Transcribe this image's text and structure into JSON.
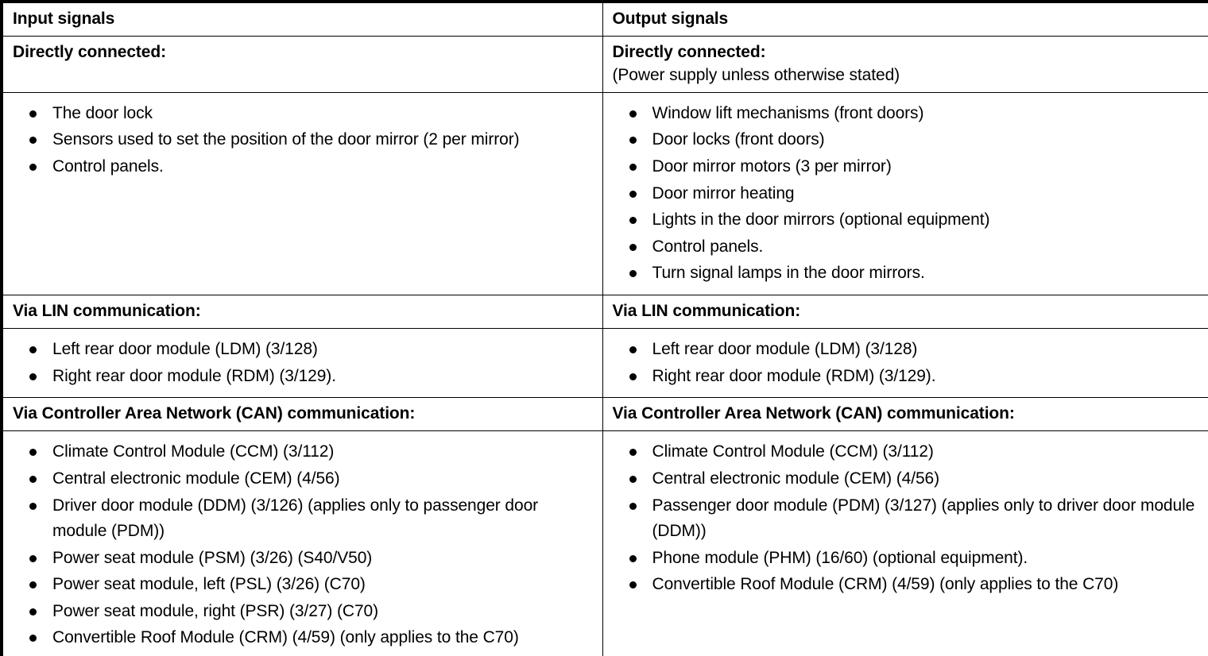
{
  "table": {
    "columns": [
      {
        "id": "input",
        "header": "Input signals"
      },
      {
        "id": "output",
        "header": "Output signals"
      }
    ],
    "sections": [
      {
        "id": "directly-connected",
        "left": {
          "heading": "Directly connected:",
          "subheading": "",
          "items": [
            "The door lock",
            "Sensors used to set the position of the door mirror (2 per mirror)",
            "Control panels."
          ]
        },
        "right": {
          "heading": "Directly connected:",
          "subheading": "(Power supply unless otherwise stated)",
          "items": [
            "Window lift mechanisms (front doors)",
            "Door locks (front doors)",
            "Door mirror motors (3 per mirror)",
            "Door mirror heating",
            "Lights in the door mirrors (optional equipment)",
            "Control panels.",
            "Turn signal lamps in the door mirrors."
          ]
        }
      },
      {
        "id": "lin-communication",
        "left": {
          "heading": "Via LIN communication:",
          "subheading": "",
          "items": [
            "Left rear door module (LDM) (3/128)",
            "Right rear door module (RDM) (3/129)."
          ]
        },
        "right": {
          "heading": "Via LIN communication:",
          "subheading": "",
          "items": [
            "Left rear door module (LDM) (3/128)",
            "Right rear door module (RDM) (3/129)."
          ]
        }
      },
      {
        "id": "can-communication",
        "left": {
          "heading": "Via Controller Area Network (CAN) communication:",
          "subheading": "",
          "items": [
            "Climate Control Module (CCM) (3/112)",
            "Central electronic module (CEM) (4/56)",
            "Driver door module (DDM) (3/126) (applies only to passenger door module (PDM))",
            "Power seat module (PSM) (3/26) (S40/V50)",
            "Power seat module, left (PSL) (3/26) (C70)",
            "Power seat module, right (PSR) (3/27) (C70)",
            "Convertible Roof Module (CRM) (4/59) (only applies to the C70)"
          ]
        },
        "right": {
          "heading": "Via Controller Area Network (CAN) communication:",
          "subheading": "",
          "items": [
            "Climate Control Module (CCM) (3/112)",
            "Central electronic module (CEM) (4/56)",
            "Passenger door module (PDM) (3/127) (applies only to driver door module (DDM))",
            "Phone module (PHM) (16/60) (optional equipment).",
            "Convertible Roof Module (CRM) (4/59) (only applies to the C70)"
          ]
        }
      }
    ]
  },
  "colors": {
    "border": "#000000",
    "text": "#000000",
    "background": "#ffffff"
  }
}
